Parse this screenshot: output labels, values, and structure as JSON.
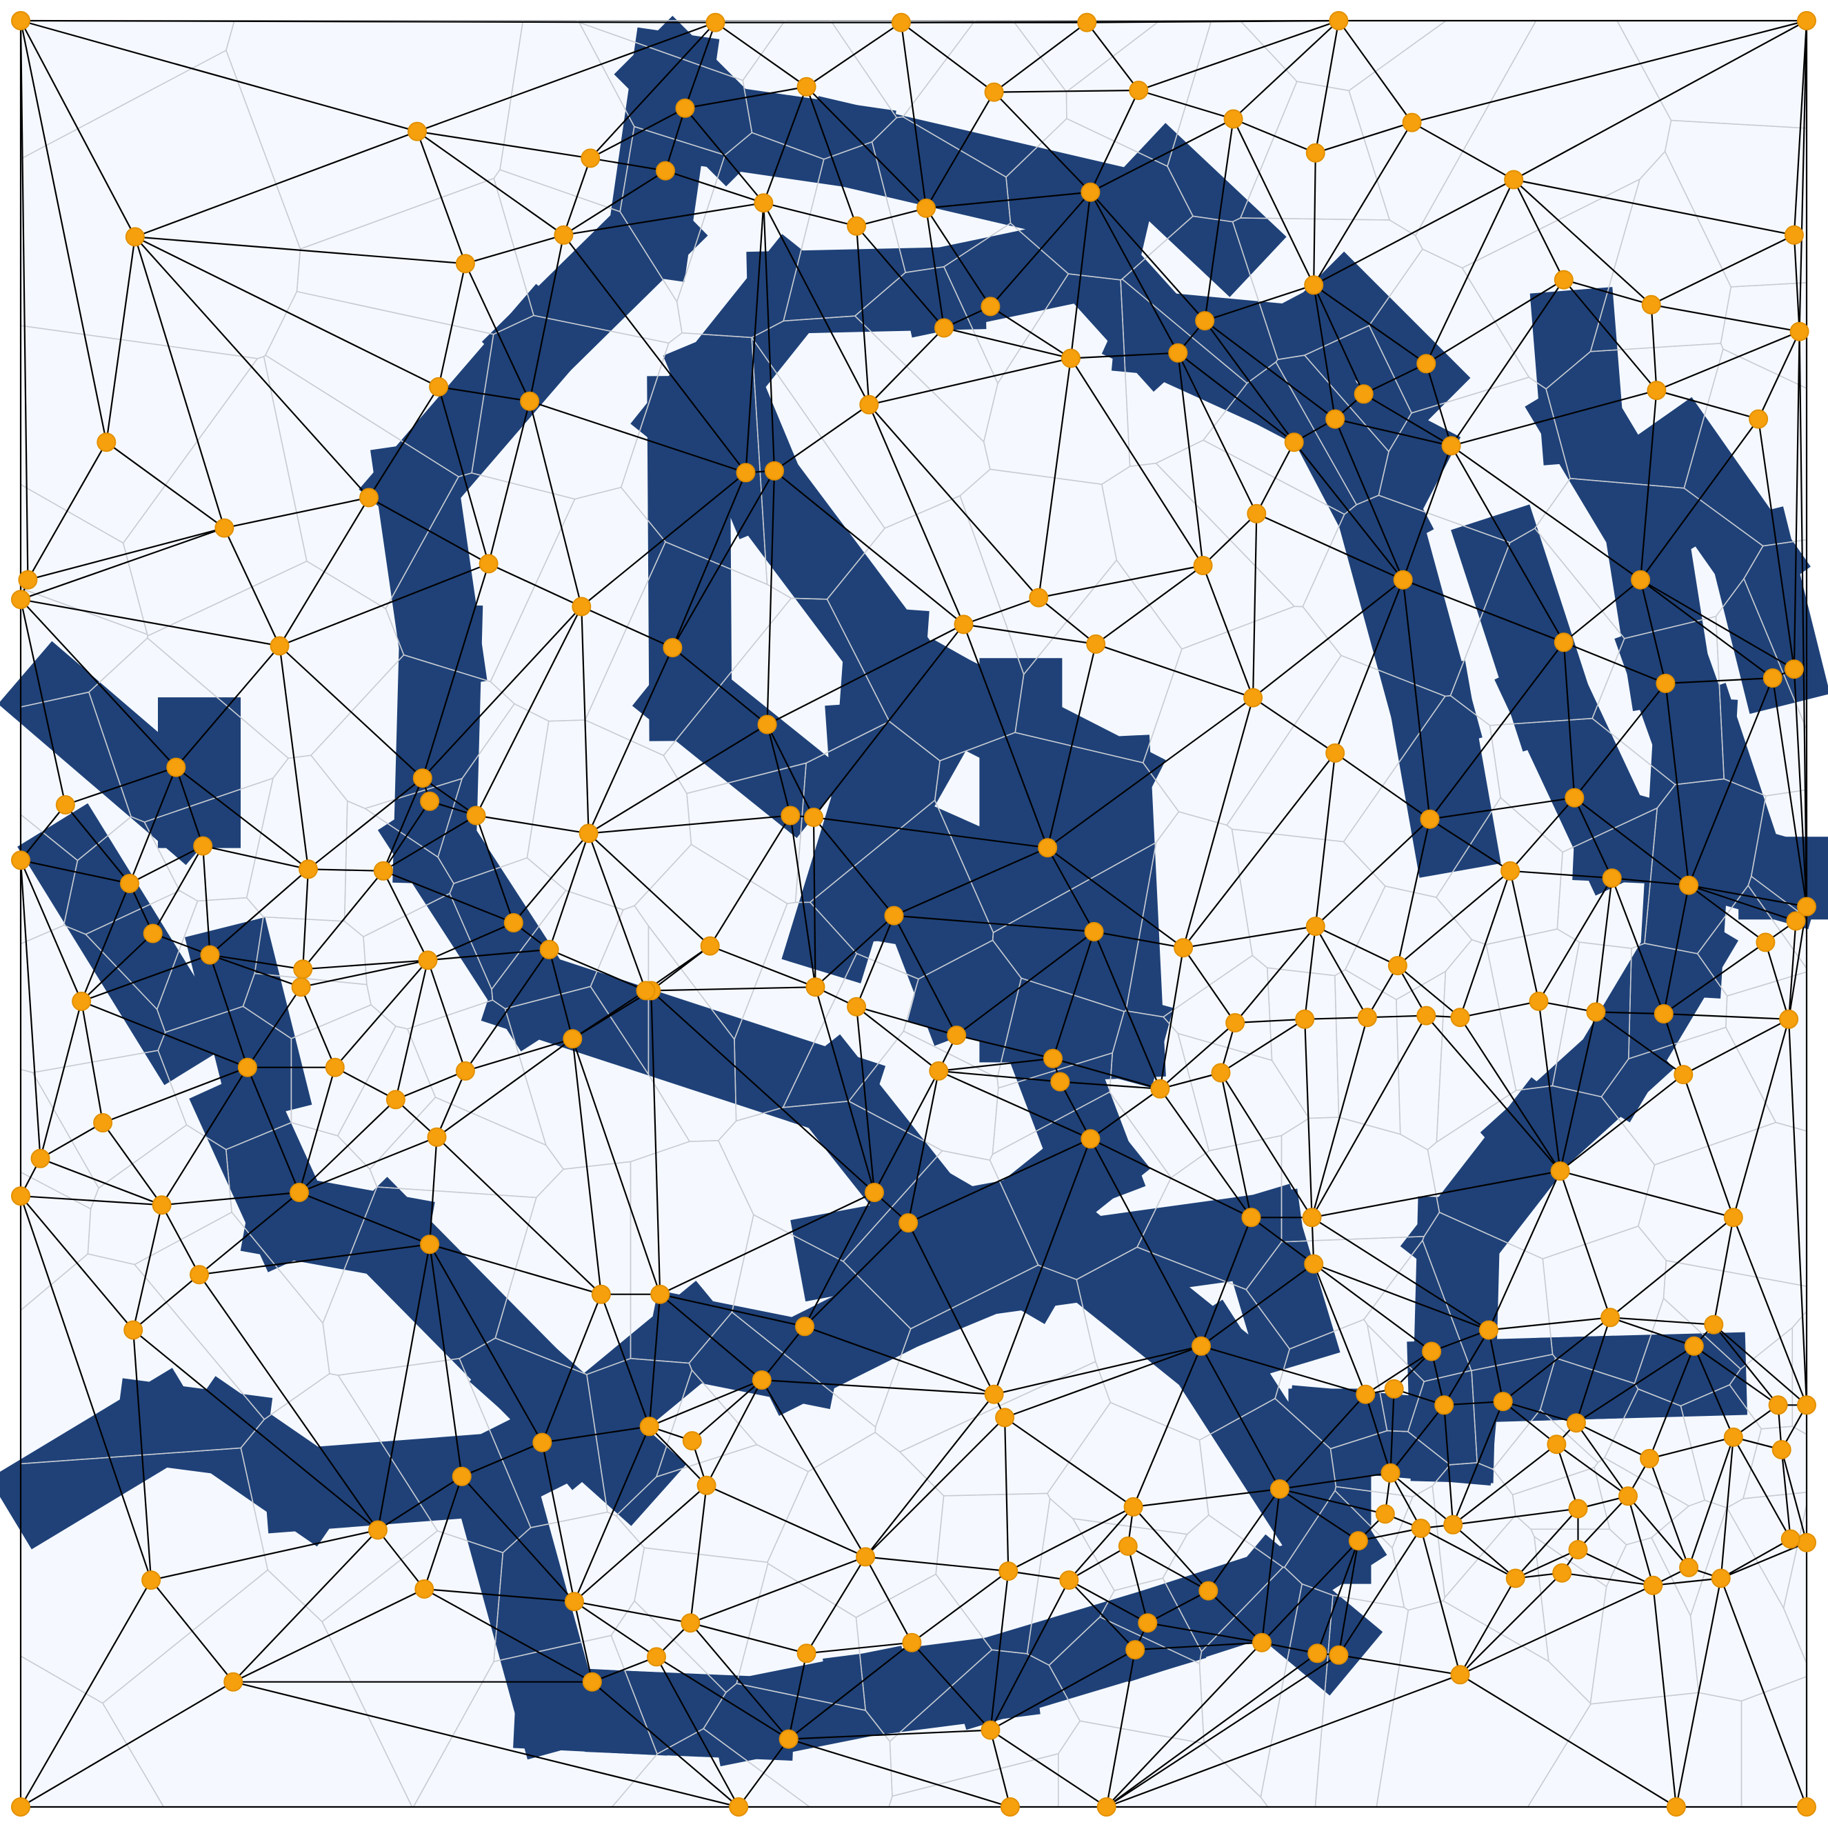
{
  "diagram": {
    "type": "voronoi-delaunay",
    "colors": {
      "background": "#f5f9ff",
      "region_fill": "#1f4178",
      "voronoi_lines": "#c8ccd2",
      "delaunay_edges": "#000000",
      "vertices": "#f5a00c",
      "frame": "#555555"
    },
    "domain": {
      "x": [
        0,
        1
      ],
      "y": [
        0,
        1
      ]
    },
    "vertices": [
      [
        0.0,
        1.0
      ],
      [
        0.389,
        0.999
      ],
      [
        0.493,
        0.999
      ],
      [
        0.597,
        0.999
      ],
      [
        0.738,
        1.0
      ],
      [
        1.0,
        1.0
      ],
      [
        0.064,
        0.879
      ],
      [
        0.222,
        0.938
      ],
      [
        0.319,
        0.923
      ],
      [
        0.372,
        0.951
      ],
      [
        0.44,
        0.963
      ],
      [
        0.545,
        0.96
      ],
      [
        0.626,
        0.961
      ],
      [
        0.679,
        0.945
      ],
      [
        0.725,
        0.926
      ],
      [
        0.779,
        0.943
      ],
      [
        0.836,
        0.911
      ],
      [
        0.361,
        0.916
      ],
      [
        0.416,
        0.898
      ],
      [
        0.304,
        0.88
      ],
      [
        0.249,
        0.864
      ],
      [
        0.507,
        0.895
      ],
      [
        0.468,
        0.885
      ],
      [
        0.517,
        0.828
      ],
      [
        0.599,
        0.904
      ],
      [
        0.663,
        0.832
      ],
      [
        0.724,
        0.852
      ],
      [
        0.864,
        0.855
      ],
      [
        0.752,
        0.791
      ],
      [
        0.787,
        0.808
      ],
      [
        0.916,
        0.793
      ],
      [
        0.234,
        0.795
      ],
      [
        0.285,
        0.787
      ],
      [
        0.195,
        0.733
      ],
      [
        0.422,
        0.748
      ],
      [
        0.475,
        0.785
      ],
      [
        0.543,
        0.84
      ],
      [
        0.588,
        0.811
      ],
      [
        0.648,
        0.814
      ],
      [
        0.692,
        0.724
      ],
      [
        0.736,
        0.777
      ],
      [
        0.801,
        0.762
      ],
      [
        0.913,
        0.841
      ],
      [
        0.973,
        0.777
      ],
      [
        0.996,
        0.826
      ],
      [
        0.993,
        0.88
      ],
      [
        0.0,
        0.676
      ],
      [
        0.004,
        0.687
      ],
      [
        0.048,
        0.764
      ],
      [
        0.114,
        0.716
      ],
      [
        0.145,
        0.65
      ],
      [
        0.225,
        0.576
      ],
      [
        0.262,
        0.696
      ],
      [
        0.314,
        0.672
      ],
      [
        0.365,
        0.649
      ],
      [
        0.406,
        0.747
      ],
      [
        0.528,
        0.662
      ],
      [
        0.57,
        0.677
      ],
      [
        0.602,
        0.651
      ],
      [
        0.662,
        0.695
      ],
      [
        0.69,
        0.621
      ],
      [
        0.713,
        0.764
      ],
      [
        0.774,
        0.687
      ],
      [
        0.864,
        0.652
      ],
      [
        0.981,
        0.632
      ],
      [
        0.993,
        0.637
      ],
      [
        0.0,
        0.53
      ],
      [
        0.025,
        0.561
      ],
      [
        0.087,
        0.582
      ],
      [
        0.061,
        0.517
      ],
      [
        0.102,
        0.538
      ],
      [
        0.106,
        0.477
      ],
      [
        0.161,
        0.525
      ],
      [
        0.158,
        0.469
      ],
      [
        0.176,
        0.414
      ],
      [
        0.249,
        0.412
      ],
      [
        0.228,
        0.474
      ],
      [
        0.296,
        0.48
      ],
      [
        0.353,
        0.457
      ],
      [
        0.431,
        0.555
      ],
      [
        0.489,
        0.499
      ],
      [
        0.514,
        0.412
      ],
      [
        0.578,
        0.419
      ],
      [
        0.575,
        0.537
      ],
      [
        0.601,
        0.49
      ],
      [
        0.638,
        0.402
      ],
      [
        0.651,
        0.481
      ],
      [
        0.68,
        0.439
      ],
      [
        0.725,
        0.493
      ],
      [
        0.736,
        0.59
      ],
      [
        0.771,
        0.471
      ],
      [
        0.789,
        0.553
      ],
      [
        0.806,
        0.442
      ],
      [
        0.834,
        0.524
      ],
      [
        0.931,
        0.41
      ],
      [
        0.934,
        0.516
      ],
      [
        0.977,
        0.484
      ],
      [
        0.99,
        0.441
      ],
      [
        1.0,
        0.504
      ],
      [
        0.921,
        0.629
      ],
      [
        0.907,
        0.687
      ],
      [
        0.87,
        0.565
      ],
      [
        0.891,
        0.52
      ],
      [
        0.882,
        0.445
      ],
      [
        0.011,
        0.363
      ],
      [
        0.034,
        0.451
      ],
      [
        0.046,
        0.383
      ],
      [
        0.079,
        0.337
      ],
      [
        0.074,
        0.489
      ],
      [
        0.127,
        0.414
      ],
      [
        0.157,
        0.459
      ],
      [
        0.203,
        0.524
      ],
      [
        0.21,
        0.396
      ],
      [
        0.233,
        0.375
      ],
      [
        0.229,
        0.563
      ],
      [
        0.255,
        0.555
      ],
      [
        0.276,
        0.495
      ],
      [
        0.309,
        0.43
      ],
      [
        0.318,
        0.545
      ],
      [
        0.35,
        0.457
      ],
      [
        0.386,
        0.482
      ],
      [
        0.444,
        0.554
      ],
      [
        0.418,
        0.606
      ],
      [
        0.445,
        0.459
      ],
      [
        0.468,
        0.448
      ],
      [
        0.524,
        0.432
      ],
      [
        0.582,
        0.406
      ],
      [
        0.599,
        0.374
      ],
      [
        0.672,
        0.411
      ],
      [
        0.719,
        0.441
      ],
      [
        0.754,
        0.442
      ],
      [
        0.787,
        0.443
      ],
      [
        0.85,
        0.451
      ],
      [
        0.862,
        0.356
      ],
      [
        0.92,
        0.444
      ],
      [
        0.994,
        0.496
      ],
      [
        0.959,
        0.33
      ],
      [
        0.948,
        0.27
      ],
      [
        0.89,
        0.274
      ],
      [
        0.822,
        0.267
      ],
      [
        0.86,
        0.203
      ],
      [
        0.753,
        0.231
      ],
      [
        0.661,
        0.258
      ],
      [
        0.724,
        0.304
      ],
      [
        0.689,
        0.33
      ],
      [
        0.723,
        0.33
      ],
      [
        0.0,
        0.342
      ],
      [
        0.063,
        0.267
      ],
      [
        0.1,
        0.298
      ],
      [
        0.156,
        0.344
      ],
      [
        0.229,
        0.315
      ],
      [
        0.325,
        0.287
      ],
      [
        0.358,
        0.287
      ],
      [
        0.352,
        0.213
      ],
      [
        0.376,
        0.205
      ],
      [
        0.384,
        0.18
      ],
      [
        0.415,
        0.239
      ],
      [
        0.439,
        0.269
      ],
      [
        0.478,
        0.344
      ],
      [
        0.497,
        0.327
      ],
      [
        0.545,
        0.231
      ],
      [
        0.551,
        0.218
      ],
      [
        0.62,
        0.146
      ],
      [
        0.587,
        0.127
      ],
      [
        0.623,
        0.168
      ],
      [
        0.705,
        0.178
      ],
      [
        0.767,
        0.187
      ],
      [
        0.769,
        0.234
      ],
      [
        0.797,
        0.225
      ],
      [
        0.79,
        0.255
      ],
      [
        0.83,
        0.227
      ],
      [
        0.871,
        0.215
      ],
      [
        0.872,
        0.144
      ],
      [
        0.9,
        0.174
      ],
      [
        0.959,
        0.207
      ],
      [
        0.937,
        0.258
      ],
      [
        0.952,
        0.128
      ],
      [
        0.984,
        0.225
      ],
      [
        1.0,
        0.148
      ],
      [
        1.0,
        0.225
      ],
      [
        0.0,
        0.0
      ],
      [
        0.073,
        0.127
      ],
      [
        0.119,
        0.07
      ],
      [
        0.2,
        0.155
      ],
      [
        0.226,
        0.122
      ],
      [
        0.247,
        0.185
      ],
      [
        0.292,
        0.204
      ],
      [
        0.31,
        0.115
      ],
      [
        0.32,
        0.07
      ],
      [
        0.356,
        0.084
      ],
      [
        0.375,
        0.103
      ],
      [
        0.402,
        0.0
      ],
      [
        0.43,
        0.038
      ],
      [
        0.44,
        0.086
      ],
      [
        0.473,
        0.14
      ],
      [
        0.499,
        0.092
      ],
      [
        0.543,
        0.043
      ],
      [
        0.553,
        0.132
      ],
      [
        0.554,
        0.0
      ],
      [
        0.608,
        0.0
      ],
      [
        0.624,
        0.088
      ],
      [
        0.631,
        0.103
      ],
      [
        0.665,
        0.121
      ],
      [
        0.695,
        0.092
      ],
      [
        0.726,
        0.086
      ],
      [
        0.738,
        0.085
      ],
      [
        0.749,
        0.149
      ],
      [
        0.764,
        0.164
      ],
      [
        0.784,
        0.156
      ],
      [
        0.806,
        0.074
      ],
      [
        0.802,
        0.158
      ],
      [
        0.837,
        0.128
      ],
      [
        0.863,
        0.131
      ],
      [
        0.872,
        0.167
      ],
      [
        0.912,
        0.195
      ],
      [
        0.914,
        0.124
      ],
      [
        0.927,
        0.0
      ],
      [
        1.0,
        0.0
      ],
      [
        0.991,
        0.15
      ],
      [
        0.986,
        0.2
      ],
      [
        0.934,
        0.134
      ]
    ]
  }
}
